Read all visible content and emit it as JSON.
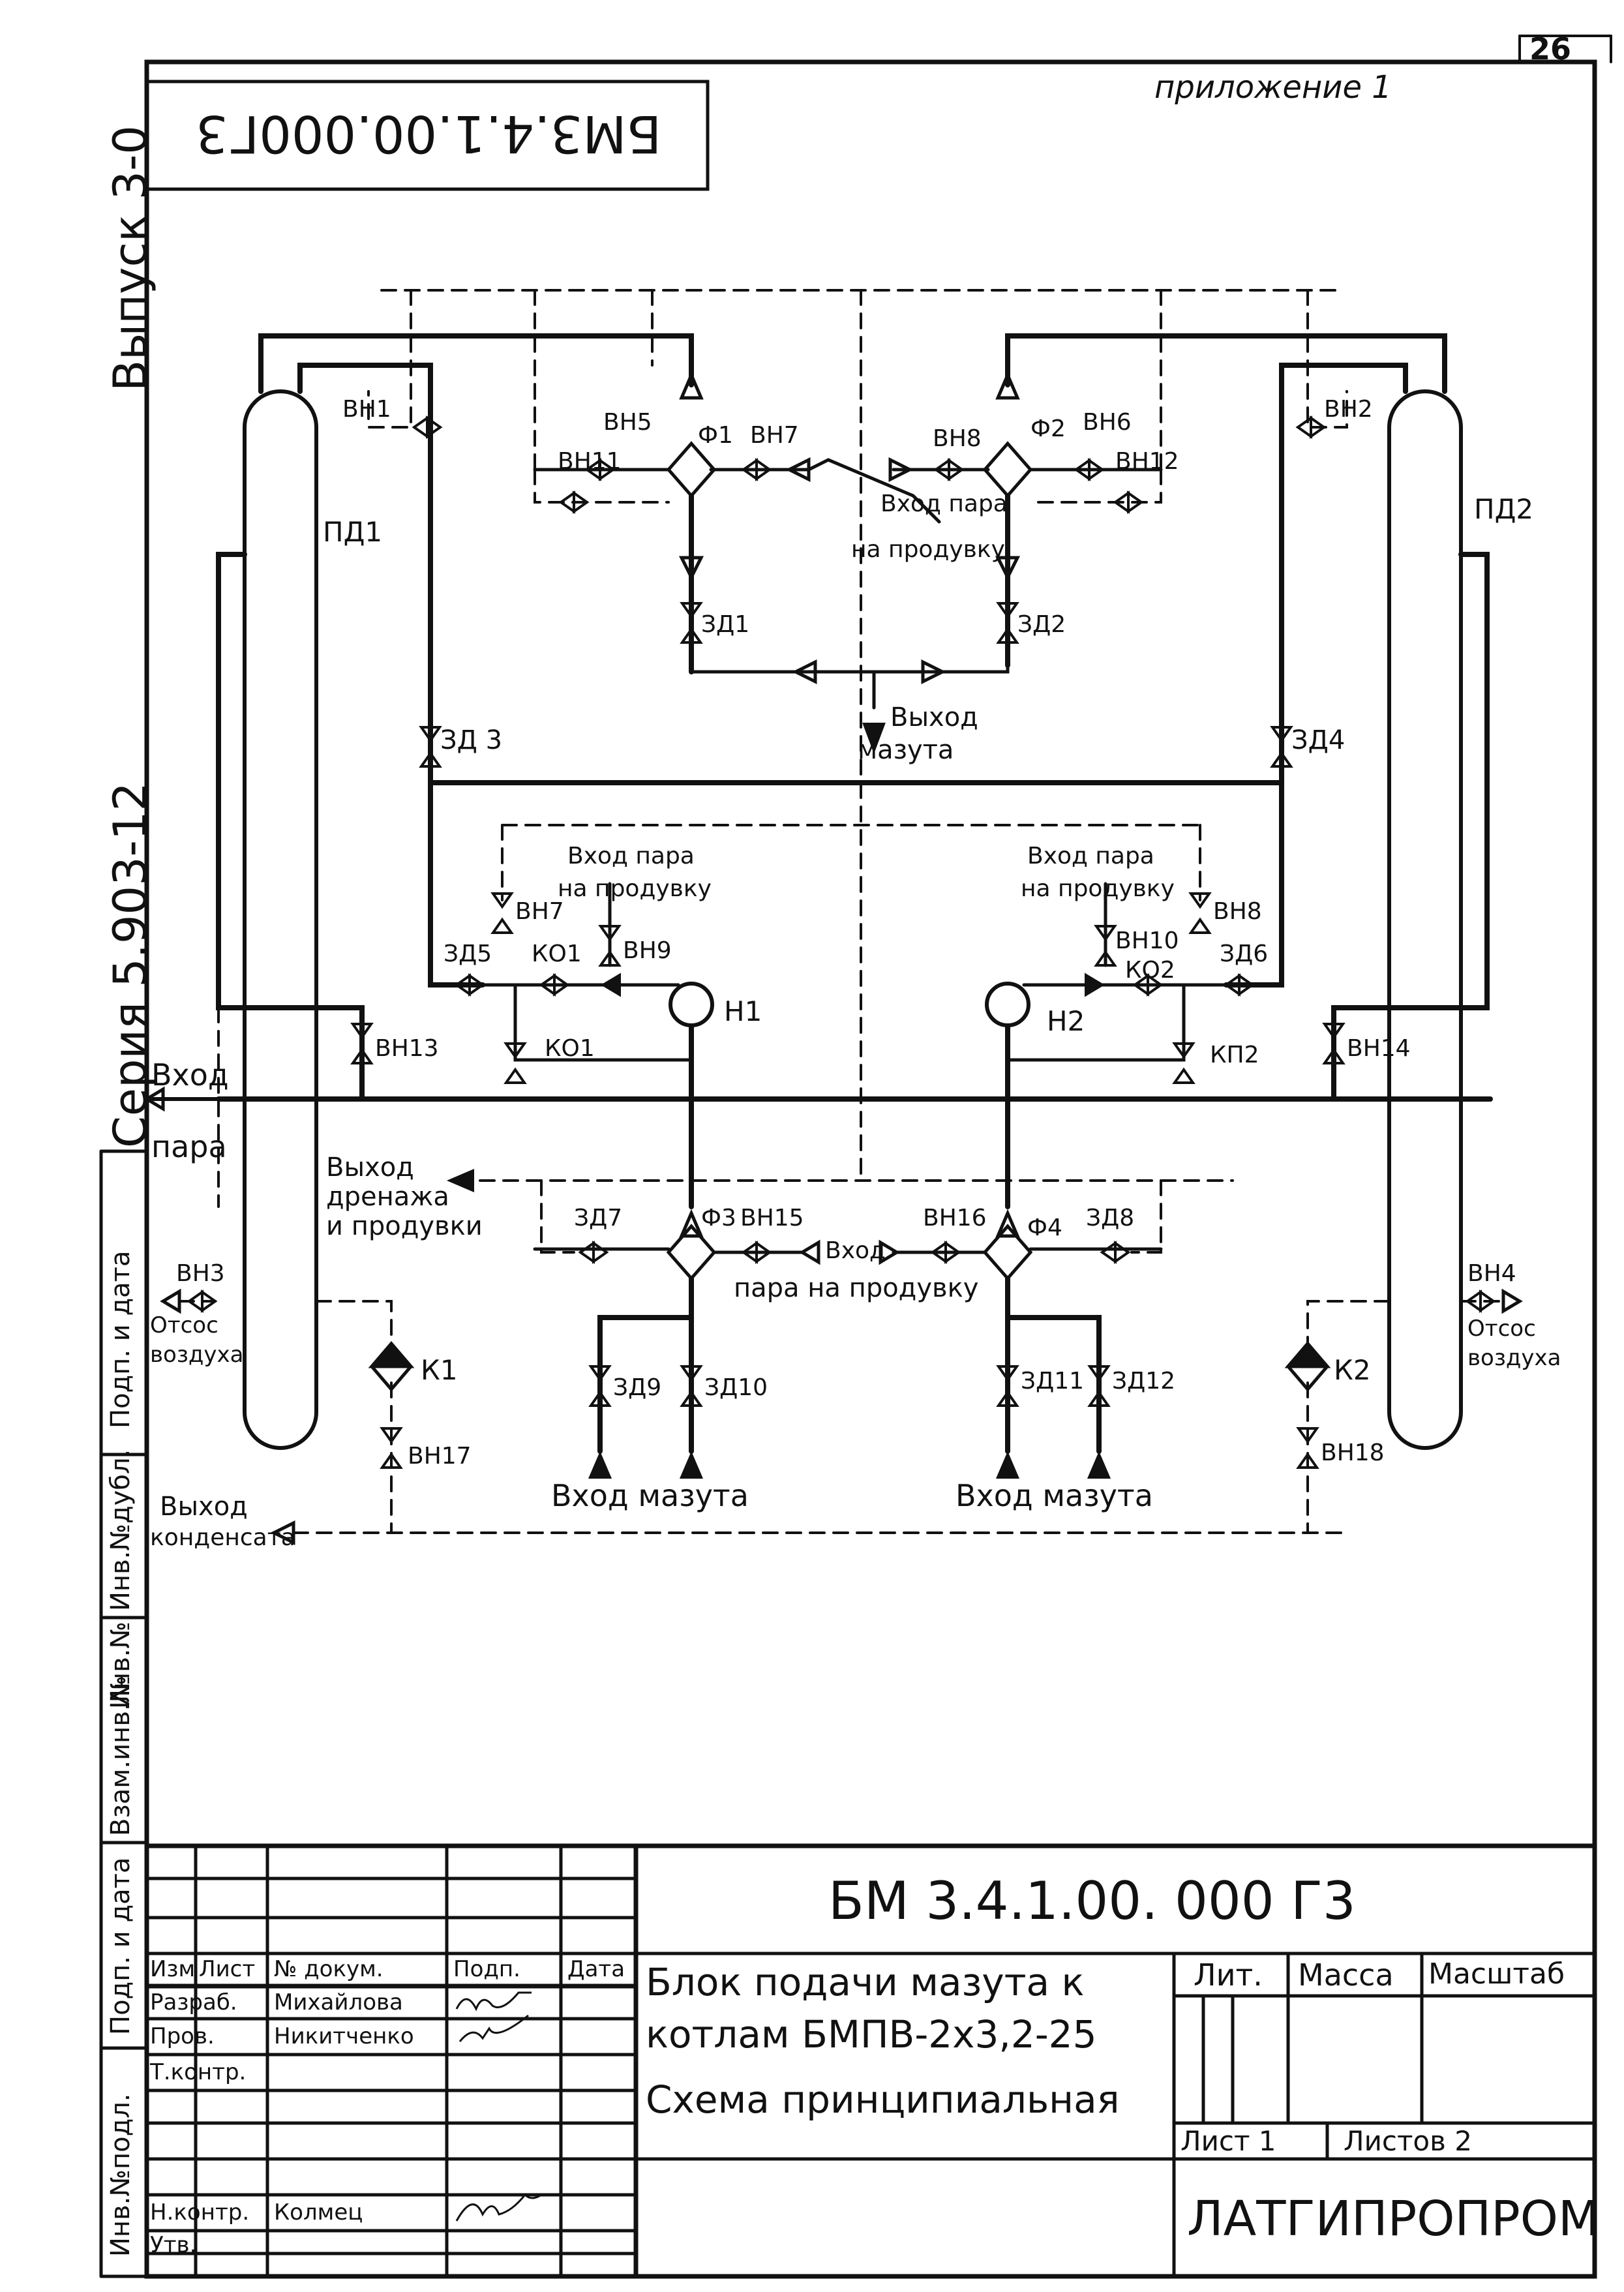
{
  "page_number": "26",
  "appendix": "приложение 1",
  "top_code": "БМ3.4.1.00.000Г3",
  "issue": "Выпуск 3-0",
  "series": "Серия 5.903-12",
  "side_stamp": [
    "Подп. и дата",
    "Инв.№ дубл.",
    "Инв.№",
    "Взам.инв.№",
    "Подп. и дата",
    "Инв.№ подл."
  ],
  "side_stamp_legacy": {
    "a": "Подп. и дата",
    "b": "Инв. № дубл.",
    "c": "Инв. №",
    "d": "Взам. инв. №",
    "e": "Подп. и дата",
    "f": "Инв. № подл."
  },
  "stamp_cells": {
    "podp_data_1": "Подп. и дата",
    "inv_dubl": "Инв. № дубл.",
    "inv_no": "Инв. №",
    "vzam_inv": "Взам. инв. №",
    "podp_data_2": "Подп. и дата",
    "inv_podl": "Инв. № подл."
  },
  "side_texts": {
    "s1": "Подп. и дата",
    "s2": "Инв.№дубл.",
    "s3": "Инв.№",
    "s4": "Взам.инв.№",
    "s5": "Подп. и дата",
    "s6": "Инв.№подл."
  },
  "labels": {
    "pd1": "ПД1",
    "pd2": "ПД2",
    "vn1": "ВН1",
    "vn2": "ВН2",
    "vn3": "ВН3",
    "vn4": "ВН4",
    "vn5": "ВН5",
    "vn6": "ВН6",
    "vn7a": "ВН7",
    "vn7b": "ВН7",
    "vn8a": "ВН8",
    "vn8b": "ВН8",
    "vn9": "ВН9",
    "vn10": "ВН10",
    "vn11": "ВН11",
    "vn12": "ВН12",
    "vn13": "ВН13",
    "vn14": "ВН14",
    "vn15": "ВН15",
    "vn16": "ВН16",
    "vn17": "ВН17",
    "vn18": "ВН18",
    "f1": "Ф1",
    "f2": "Ф2",
    "f3": "Ф3",
    "f4": "Ф4",
    "zd1": "ЗД1",
    "zd2": "ЗД2",
    "zd3": "ЗД 3",
    "zd4": "ЗД4",
    "zd5": "ЗД5",
    "zd6": "ЗД6",
    "zd7": "ЗД7",
    "zd8": "ЗД8",
    "zd9": "ЗД9",
    "zd10": "ЗД10",
    "zd11": "ЗД11",
    "zd12": "ЗД12",
    "ko1": "КО1",
    "ko2": "КО2",
    "kp1": "КО1",
    "kp2": "КП2",
    "n1": "Н1",
    "n2": "Н2",
    "k1": "К1",
    "k2": "К2"
  },
  "flows": {
    "steam_blow_top_1": "Вход пара",
    "steam_blow_top_2": "на продувку",
    "fuel_out_1": "Выход",
    "fuel_out_2": "мазута",
    "steam_blow_left_1": "Вход пара",
    "steam_blow_left_2": "на продувку",
    "steam_blow_right_1": "Вход пара",
    "steam_blow_right_2": "на продувку",
    "steam_in_1": "Вход",
    "steam_in_2": "пара",
    "drain_out_1": "Выход",
    "drain_out_2": "дренажа",
    "drain_out_3": "и продувки",
    "steam_blow_bottom_1": "Вход",
    "steam_blow_bottom_2": "пара на продувку",
    "air_left_1": "Отсос",
    "air_left_2": "воздуха",
    "air_right_1": "Отсос",
    "air_right_2": "воздуха",
    "fuel_in_left": "Вход мазута",
    "fuel_in_right": "Вход мазута",
    "condensate_out_1": "Выход",
    "condensate_out_2": "конденсата"
  },
  "title_block": {
    "code": "БМ 3.4.1.00. 000 Г3",
    "name_1": "Блок подачи мазута к",
    "name_2": "котлам БМПВ-2х3,2-25",
    "name_3": "Схема принципиальная",
    "lit": "Лит.",
    "massa": "Масса",
    "masshtab": "Масштаб",
    "list": "Лист 1",
    "listov": "Листов 2",
    "org": "ЛАТГИПРОПРОМ",
    "h_izm": "Изм",
    "h_list": "Лист",
    "h_doc": "№ докум.",
    "h_podp": "Подп.",
    "h_data": "Дата",
    "r_razrab": "Разраб.",
    "r_prov": "Пров.",
    "r_tkontr": "Т.контр.",
    "r_nkontr": "Н.контр.",
    "r_utv": "Утв.",
    "n_razrab": "Михайлова",
    "n_prov": "Никитченко",
    "n_nkontr": "Колмец"
  }
}
